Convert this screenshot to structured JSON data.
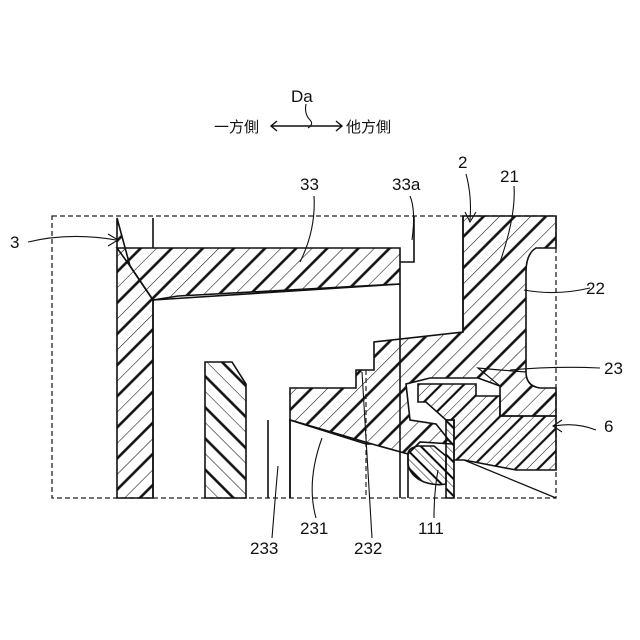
{
  "figure": {
    "direction": {
      "symbol": "Da",
      "left": "一方側",
      "right": "他方側"
    },
    "labels": {
      "r2": "2",
      "r21": "21",
      "r22": "22",
      "r23": "23",
      "r3": "3",
      "r33": "33",
      "r33a": "33a",
      "r6": "6",
      "r111": "111",
      "r231": "231",
      "r232": "232",
      "r233": "233"
    }
  }
}
